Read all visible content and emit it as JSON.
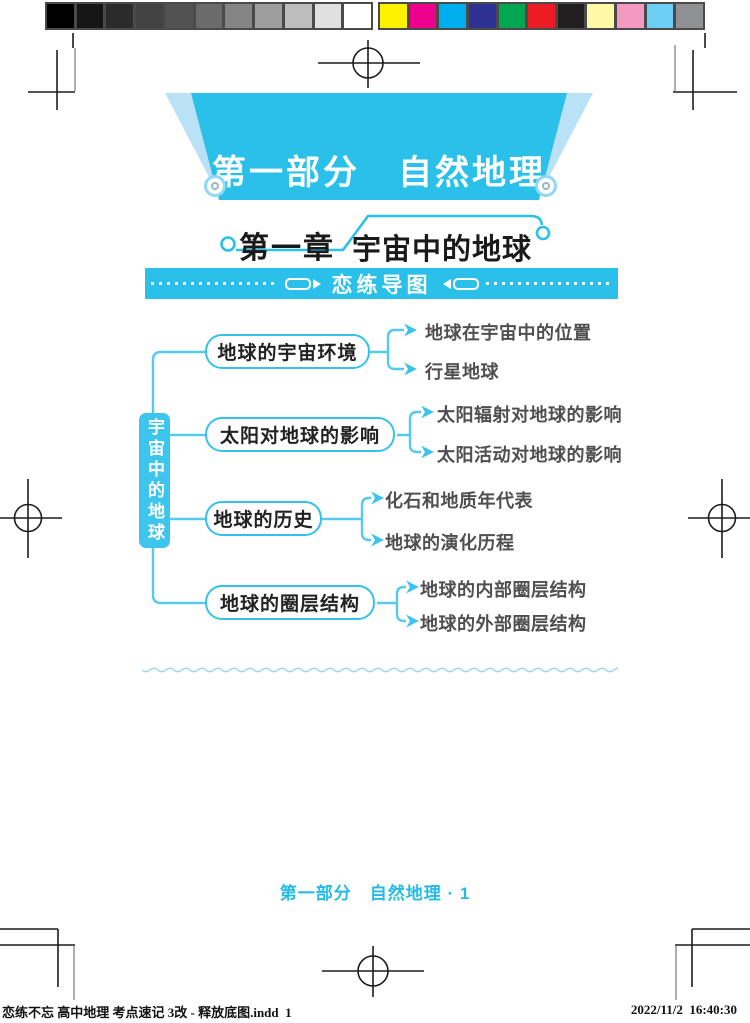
{
  "prepress": {
    "grayscale_bar": [
      "#000000",
      "#161616",
      "#2b2b2b",
      "#424242",
      "#525252",
      "#6b6b6b",
      "#858585",
      "#9e9e9e",
      "#bdbdbd",
      "#e0e0e0",
      "#ffffff"
    ],
    "color_bar": [
      "#fff200",
      "#ec008c",
      "#00aeef",
      "#2e3192",
      "#00a651",
      "#ed1c24",
      "#231f20",
      "#fff9a8",
      "#f49ac1",
      "#6dcff6",
      "#8e9092"
    ]
  },
  "header": {
    "part_label": "第一部分",
    "part_title": "自然地理",
    "chapter_label": "第一章",
    "chapter_title": "宇宙中的地球",
    "section_bar": "恋练导图"
  },
  "mindmap": {
    "root": "宇宙中的地球",
    "branches": [
      {
        "label": "地球的宇宙环境",
        "children": [
          "地球在宇宙中的位置",
          "行星地球"
        ]
      },
      {
        "label": "太阳对地球的影响",
        "children": [
          "太阳辐射对地球的影响",
          "太阳活动对地球的影响"
        ]
      },
      {
        "label": "地球的历史",
        "children": [
          "化石和地质年代表",
          "地球的演化历程"
        ]
      },
      {
        "label": "地球的圈层结构",
        "children": [
          "地球的内部圈层结构",
          "地球的外部圈层结构"
        ]
      }
    ]
  },
  "footer": {
    "text": "第一部分　自然地理 · 1"
  },
  "print_info": {
    "file_name": "恋练不忘 高中地理 考点速记 3改 - 释放底图.indd  1",
    "timestamp": "2022/11/2  16:40:30"
  },
  "colors": {
    "brand_cyan": "#2bc0ea",
    "light_blue_wing": "#b9e2f6",
    "connector_cyan": "#56c9ee",
    "leaf_text": "#4f4f4f",
    "footer_cyan": "#25bbe8"
  }
}
